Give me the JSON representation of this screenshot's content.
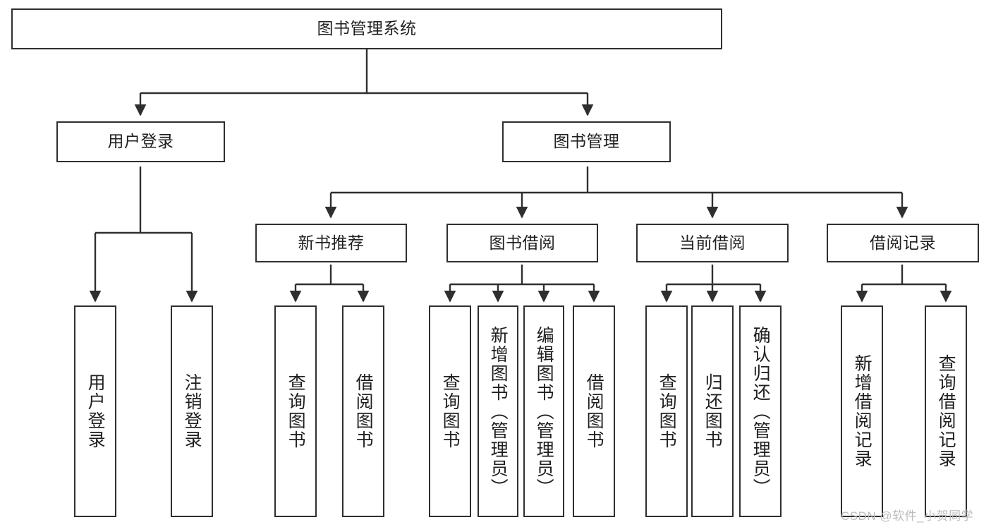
{
  "diagram": {
    "type": "tree-hierarchy-diagram",
    "title": "图书管理系统",
    "colors": {
      "border": "#2f2f2f",
      "text": "#1f1f1f",
      "background": "#ffffff",
      "connector": "#2f2f2f",
      "watermark": "#bcbcbc"
    },
    "levels": {
      "root": {
        "label": "图书管理系统",
        "orientation": "horizontal"
      },
      "level1": [
        {
          "id": "user-login",
          "label": "用户登录",
          "orientation": "horizontal"
        },
        {
          "id": "book-management",
          "label": "图书管理",
          "orientation": "horizontal"
        }
      ],
      "level2": [
        {
          "id": "new-book-recommend",
          "label": "新书推荐",
          "orientation": "horizontal",
          "parent": "book-management"
        },
        {
          "id": "book-borrow",
          "label": "图书借阅",
          "orientation": "horizontal",
          "parent": "book-management"
        },
        {
          "id": "current-borrow",
          "label": "当前借阅",
          "orientation": "horizontal",
          "parent": "book-management"
        },
        {
          "id": "borrow-record",
          "label": "借阅记录",
          "orientation": "horizontal",
          "parent": "book-management"
        }
      ],
      "leaves": [
        {
          "id": "leaf-user-login",
          "label": "用户登录",
          "orientation": "vertical",
          "parent": "user-login"
        },
        {
          "id": "leaf-user-logout",
          "label": "注销登录",
          "orientation": "vertical",
          "parent": "user-login"
        },
        {
          "id": "leaf-query-book-1",
          "label": "查询图书",
          "orientation": "vertical",
          "parent": "new-book-recommend"
        },
        {
          "id": "leaf-borrow-book-1",
          "label": "借阅图书",
          "orientation": "vertical",
          "parent": "new-book-recommend"
        },
        {
          "id": "leaf-query-book-2",
          "label": "查询图书",
          "orientation": "vertical",
          "parent": "book-borrow"
        },
        {
          "id": "leaf-add-book",
          "label": "新增图书（管理员）",
          "orientation": "vertical",
          "parent": "book-borrow"
        },
        {
          "id": "leaf-edit-book",
          "label": "编辑图书（管理员）",
          "orientation": "vertical",
          "parent": "book-borrow"
        },
        {
          "id": "leaf-borrow-book-2",
          "label": "借阅图书",
          "orientation": "vertical",
          "parent": "book-borrow"
        },
        {
          "id": "leaf-query-book-3",
          "label": "查询图书",
          "orientation": "vertical",
          "parent": "current-borrow"
        },
        {
          "id": "leaf-return-book",
          "label": "归还图书",
          "orientation": "vertical",
          "parent": "current-borrow"
        },
        {
          "id": "leaf-confirm-return",
          "label": "确认归还（管理员）",
          "orientation": "vertical",
          "parent": "current-borrow"
        },
        {
          "id": "leaf-add-record",
          "label": "新增借阅记录",
          "orientation": "vertical",
          "parent": "borrow-record"
        },
        {
          "id": "leaf-query-record",
          "label": "查询借阅记录",
          "orientation": "vertical",
          "parent": "borrow-record"
        }
      ]
    },
    "watermark": "CSDN @软件_小贺同学"
  }
}
